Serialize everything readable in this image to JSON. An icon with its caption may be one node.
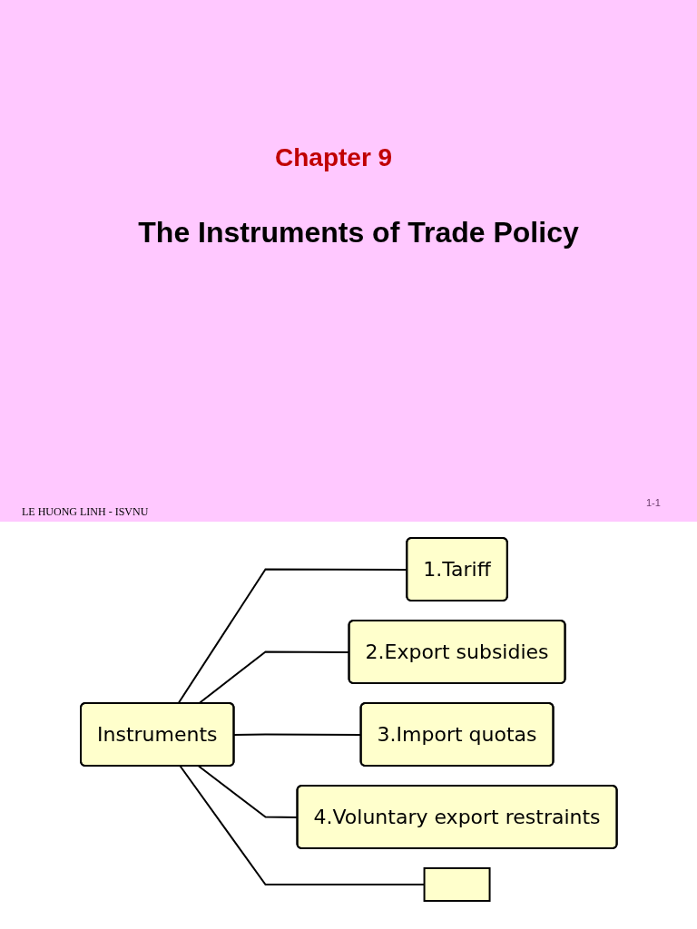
{
  "diagram": {
    "title": "The Instruments of Trade Policy",
    "nodes": [
      {
        "text": [
          "Instruments"
        ]
      },
      {
        "text": [
          "1.Tariff"
        ]
      },
      {
        "text": [
          "2.Export subsidies"
        ]
      },
      {
        "text": [
          "3.Import quotas"
        ]
      },
      {
        "text": [
          "4.Voluntary export restraints"
        ]
      },
      {
        "text": [],
        "shape": "box"
      }
    ],
    "edges": [
      {
        "from": 0,
        "to": 1,
        "arrow": "none"
      },
      {
        "from": 0,
        "to": 2,
        "arrow": "none"
      },
      {
        "from": 0,
        "to": 3,
        "arrow": "none"
      },
      {
        "from": 0,
        "to": 4,
        "arrow": "none"
      },
      {
        "from": 0,
        "to": 5,
        "arrow": "none"
      }
    ],
    "labels": [
      "Chapter 9",
      "LE HUONG LINH - ISVNU",
      "1-1"
    ]
  }
}
